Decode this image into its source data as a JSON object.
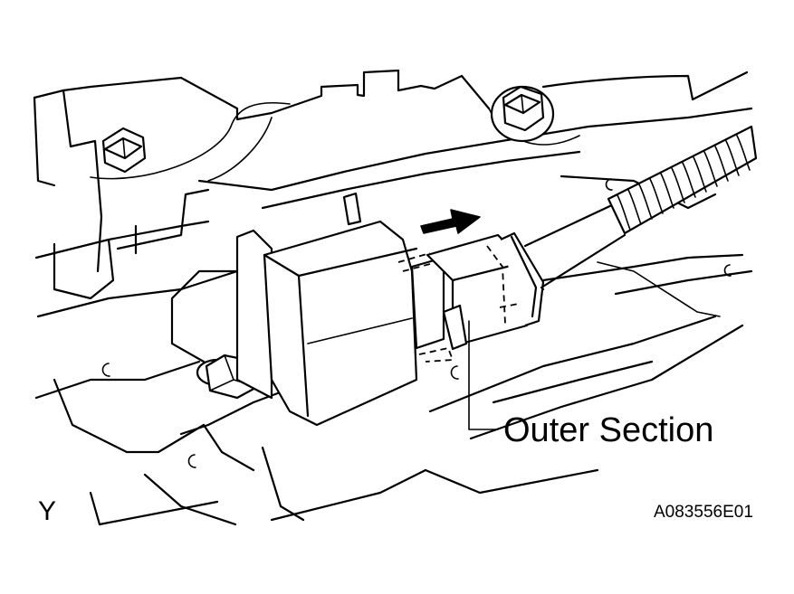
{
  "labels": {
    "callout": "Outer Section",
    "view_marker": "Y",
    "figure_code": "A083556E01"
  },
  "icons": {
    "arrow": "arrow-right-icon",
    "bolt": "hex-bolt-icon",
    "connector": "electrical-connector-icon"
  },
  "colors": {
    "line": "#000000",
    "background": "#ffffff"
  }
}
